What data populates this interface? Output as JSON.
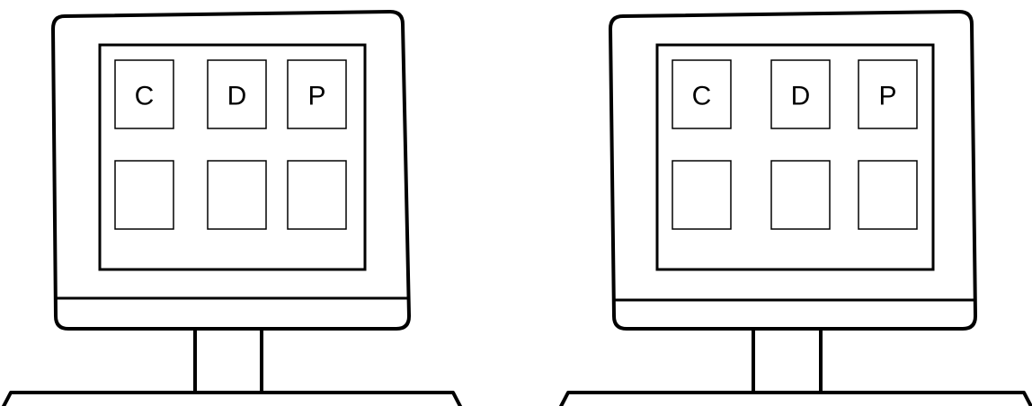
{
  "terminals": [
    {
      "id": "left",
      "tiles_row1": [
        "C",
        "D",
        "P"
      ],
      "tiles_row2": [
        "",
        "",
        ""
      ]
    },
    {
      "id": "right",
      "tiles_row1": [
        "C",
        "D",
        "P"
      ],
      "tiles_row2": [
        "",
        "",
        ""
      ]
    }
  ],
  "colors": {
    "stroke": "#000000",
    "background": "#ffffff"
  }
}
